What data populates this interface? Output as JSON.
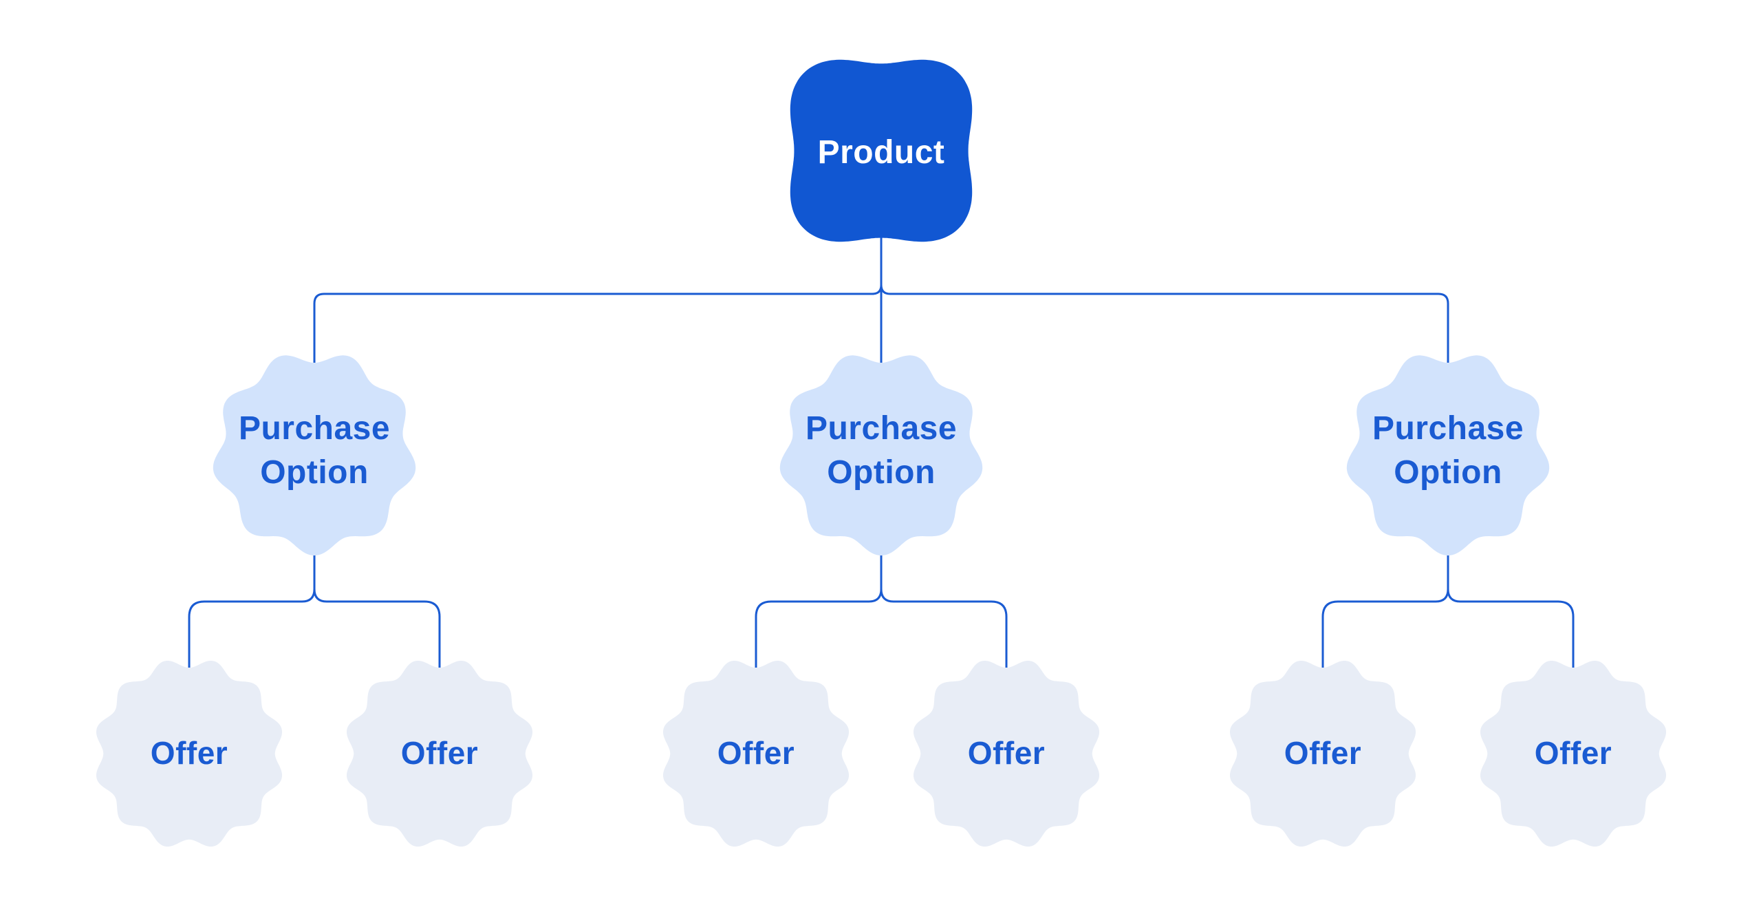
{
  "diagram": {
    "background_color": "#FFFFFF",
    "connector_color": "#1A5BD2",
    "root": {
      "label": "Product",
      "fill_color": "#1157D2",
      "text_color": "#FFFFFF"
    },
    "purchase_option_style": {
      "fill_color": "#D2E3FC",
      "text_color": "#1A5BD2"
    },
    "offer_style": {
      "fill_color": "#E8EDF6",
      "text_color": "#1A5BD2"
    },
    "branches": [
      {
        "label": "Purchase Option",
        "label_lines": [
          "Purchase",
          "Option"
        ],
        "offers": [
          {
            "label": "Offer"
          },
          {
            "label": "Offer"
          }
        ]
      },
      {
        "label": "Purchase Option",
        "label_lines": [
          "Purchase",
          "Option"
        ],
        "offers": [
          {
            "label": "Offer"
          },
          {
            "label": "Offer"
          }
        ]
      },
      {
        "label": "Purchase Option",
        "label_lines": [
          "Purchase",
          "Option"
        ],
        "offers": [
          {
            "label": "Offer"
          },
          {
            "label": "Offer"
          }
        ]
      }
    ]
  }
}
